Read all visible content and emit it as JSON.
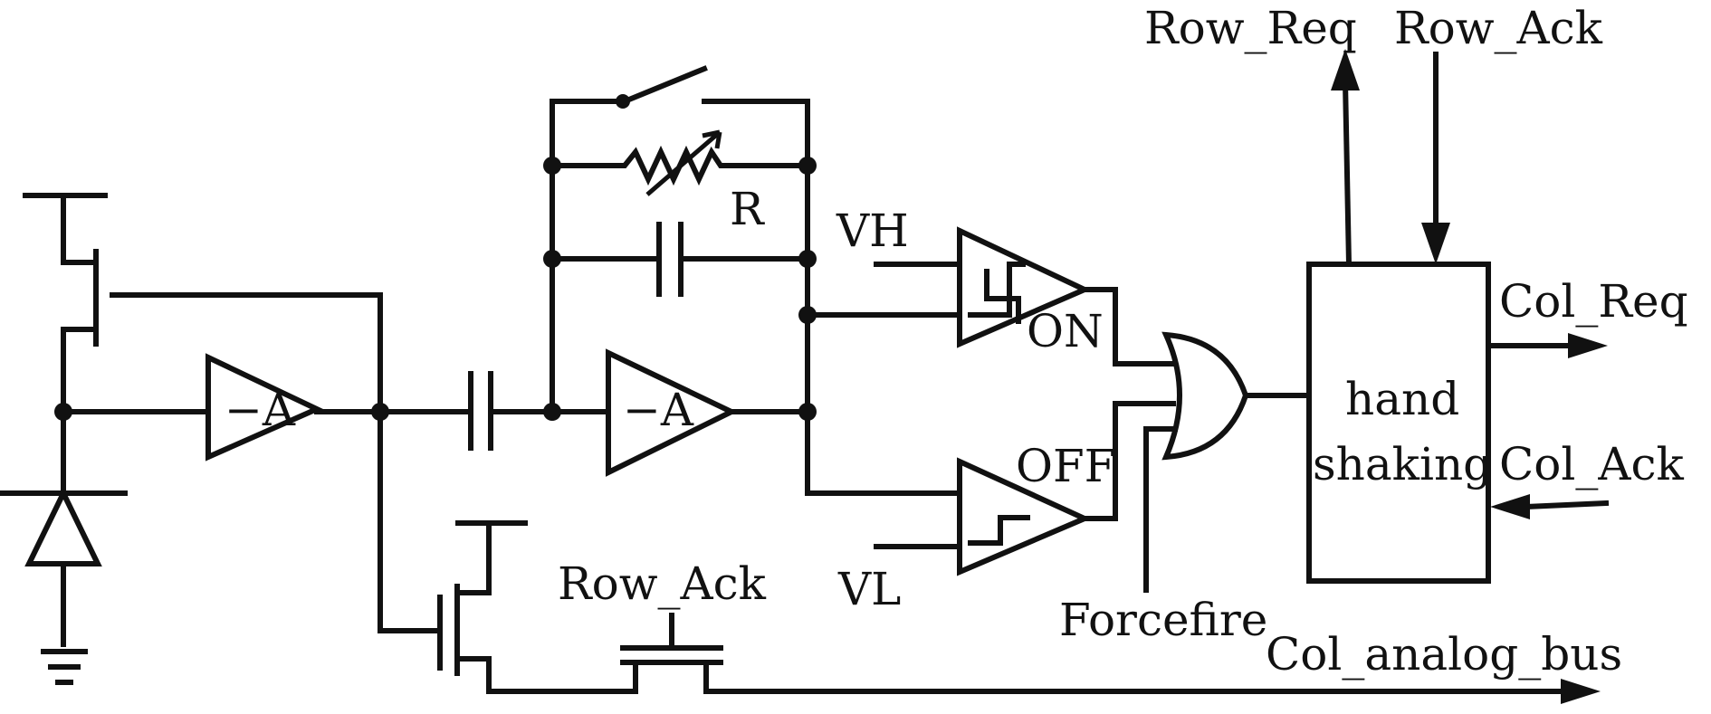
{
  "labels": {
    "row_req_top": "Row_Req",
    "row_ack_top": "Row_Ack",
    "col_req": "Col_Req",
    "col_ack": "Col_Ack",
    "hand": "hand",
    "shaking": "shaking",
    "vh": "VH",
    "vl": "VL",
    "on": "ON",
    "off": "OFF",
    "r": "R",
    "amp1": "−A",
    "amp2": "−A",
    "row_ack_bottom": "Row_Ack",
    "forcefire": "Forcefire",
    "col_analog_bus": "Col_analog_bus"
  }
}
